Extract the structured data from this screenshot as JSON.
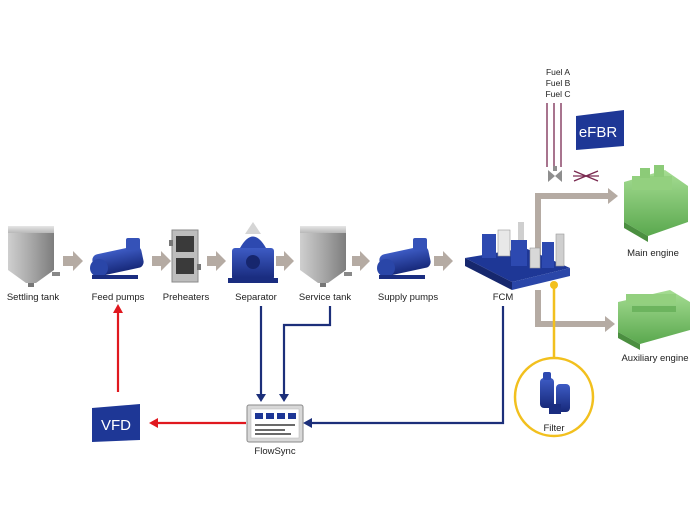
{
  "labels": {
    "settling_tank": "Settling tank",
    "feed_pumps": "Feed pumps",
    "preheaters": "Preheaters",
    "separator": "Separator",
    "service_tank": "Service tank",
    "supply_pumps": "Supply pumps",
    "fcm": "FCM",
    "main_engine": "Main engine",
    "auxiliary_engine": "Auxiliary engine",
    "filter": "Filter",
    "flowsync": "FlowSync",
    "vfd": "VFD",
    "efbr": "eFBR",
    "fuels": [
      "Fuel A",
      "Fuel B",
      "Fuel C"
    ]
  },
  "icons": {
    "settling_tank": "tank-icon",
    "feed_pumps": "pump-icon",
    "preheaters": "preheater-icon",
    "separator": "separator-icon",
    "service_tank": "tank-icon",
    "supply_pumps": "pump-icon",
    "fcm": "fuel-conditioning-module-icon",
    "main_engine": "engine-icon",
    "auxiliary_engine": "engine-icon",
    "filter": "filter-icon",
    "flowsync": "control-panel-icon"
  },
  "colors": {
    "flow_arrow": "#b5aba3",
    "control_line": "#1c2f7a",
    "vfd_line": "#e0181f",
    "highlight_ring": "#f2c01e",
    "equipment_blue": "#1e3796",
    "engine_green": "#7cc26c",
    "tank_grey": "#9a9a9a",
    "fuel_lines": "#7a2a50"
  }
}
